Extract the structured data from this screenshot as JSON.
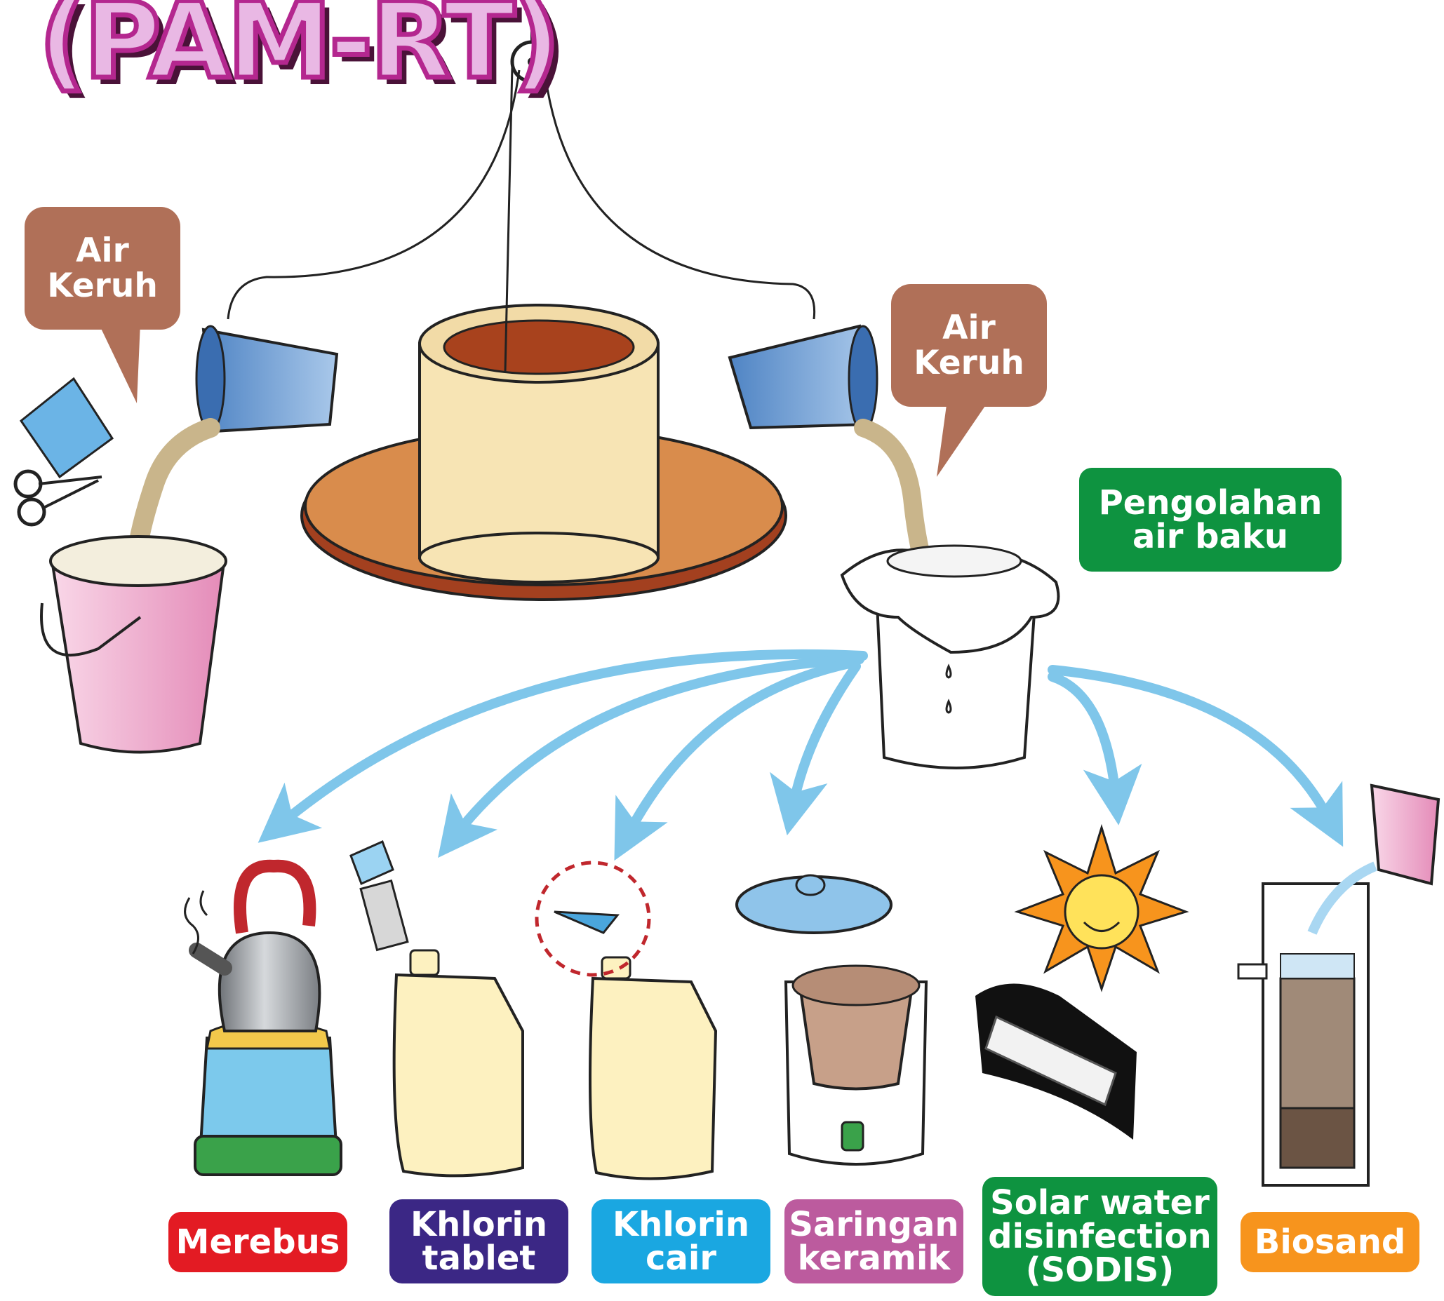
{
  "title": "(PAM-RT)",
  "bubbles": {
    "left": {
      "line1": "Air",
      "line2": "Keruh",
      "color": "#b07058"
    },
    "right": {
      "line1": "Air",
      "line2": "Keruh",
      "color": "#b07058"
    }
  },
  "center_label": {
    "line1": "Pengolahan",
    "line2": "air baku",
    "color": "#0e9340"
  },
  "methods": [
    {
      "line1": "Merebus",
      "line2": "",
      "line3": "",
      "color": "#e31b23"
    },
    {
      "line1": "Khlorin",
      "line2": "tablet",
      "line3": "",
      "color": "#3b2785"
    },
    {
      "line1": "Khlorin",
      "line2": "cair",
      "line3": "",
      "color": "#1aa7e1"
    },
    {
      "line1": "Saringan",
      "line2": "keramik",
      "line3": "",
      "color": "#bc5b9e"
    },
    {
      "line1": "Solar water",
      "line2": "disinfection",
      "line3": "(SODIS)",
      "color": "#0e9340"
    },
    {
      "line1": "Biosand",
      "line2": "",
      "line3": "",
      "color": "#f7941d"
    }
  ],
  "arrow_color": "#7fc6ea"
}
